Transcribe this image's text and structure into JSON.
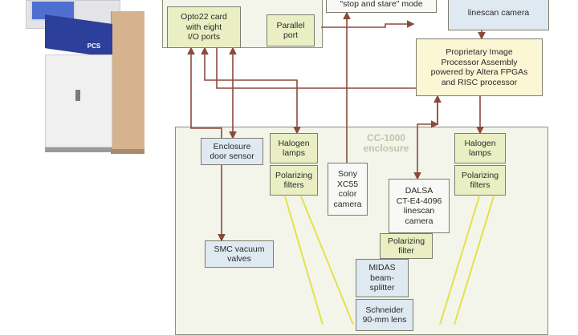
{
  "enclosure": {
    "label": "CC-1000\nenclosure"
  },
  "boxes": {
    "opto22": "Opto22 card\nwith eight\nI/O ports",
    "parallel": "Parallel\nport",
    "stop_stare": "\"stop and stare\" mode",
    "linescan_top": "linescan camera",
    "image_processor": "Proprietary Image\nProcessor Assembly\npowered by Altera FPGAs\nand RISC processor",
    "door_sensor": "Enclosure\ndoor sensor",
    "halogen_left": "Halogen\nlamps",
    "polarizing_left": "Polarizing\nfilters",
    "sony": "Sony\nXC55\ncolor\ncamera",
    "dalsa": "DALSA\nCT-E4-4096\nlinescan\ncamera",
    "halogen_right": "Halogen\nlamps",
    "polarizing_right": "Polarizing\nfilters",
    "smc": "SMC vacuum\nvalves",
    "polarizing_filter": "Polarizing\nfilter",
    "midas": "MIDAS\nbeam-\nsplitter",
    "schneider": "Schneider\n90-mm lens"
  },
  "machine": {
    "badge": "PCS"
  },
  "colors": {
    "arrow": "#8a4a3a",
    "light_ray": "#e6e04a",
    "enclosure_fill": "#f3f5ea"
  }
}
